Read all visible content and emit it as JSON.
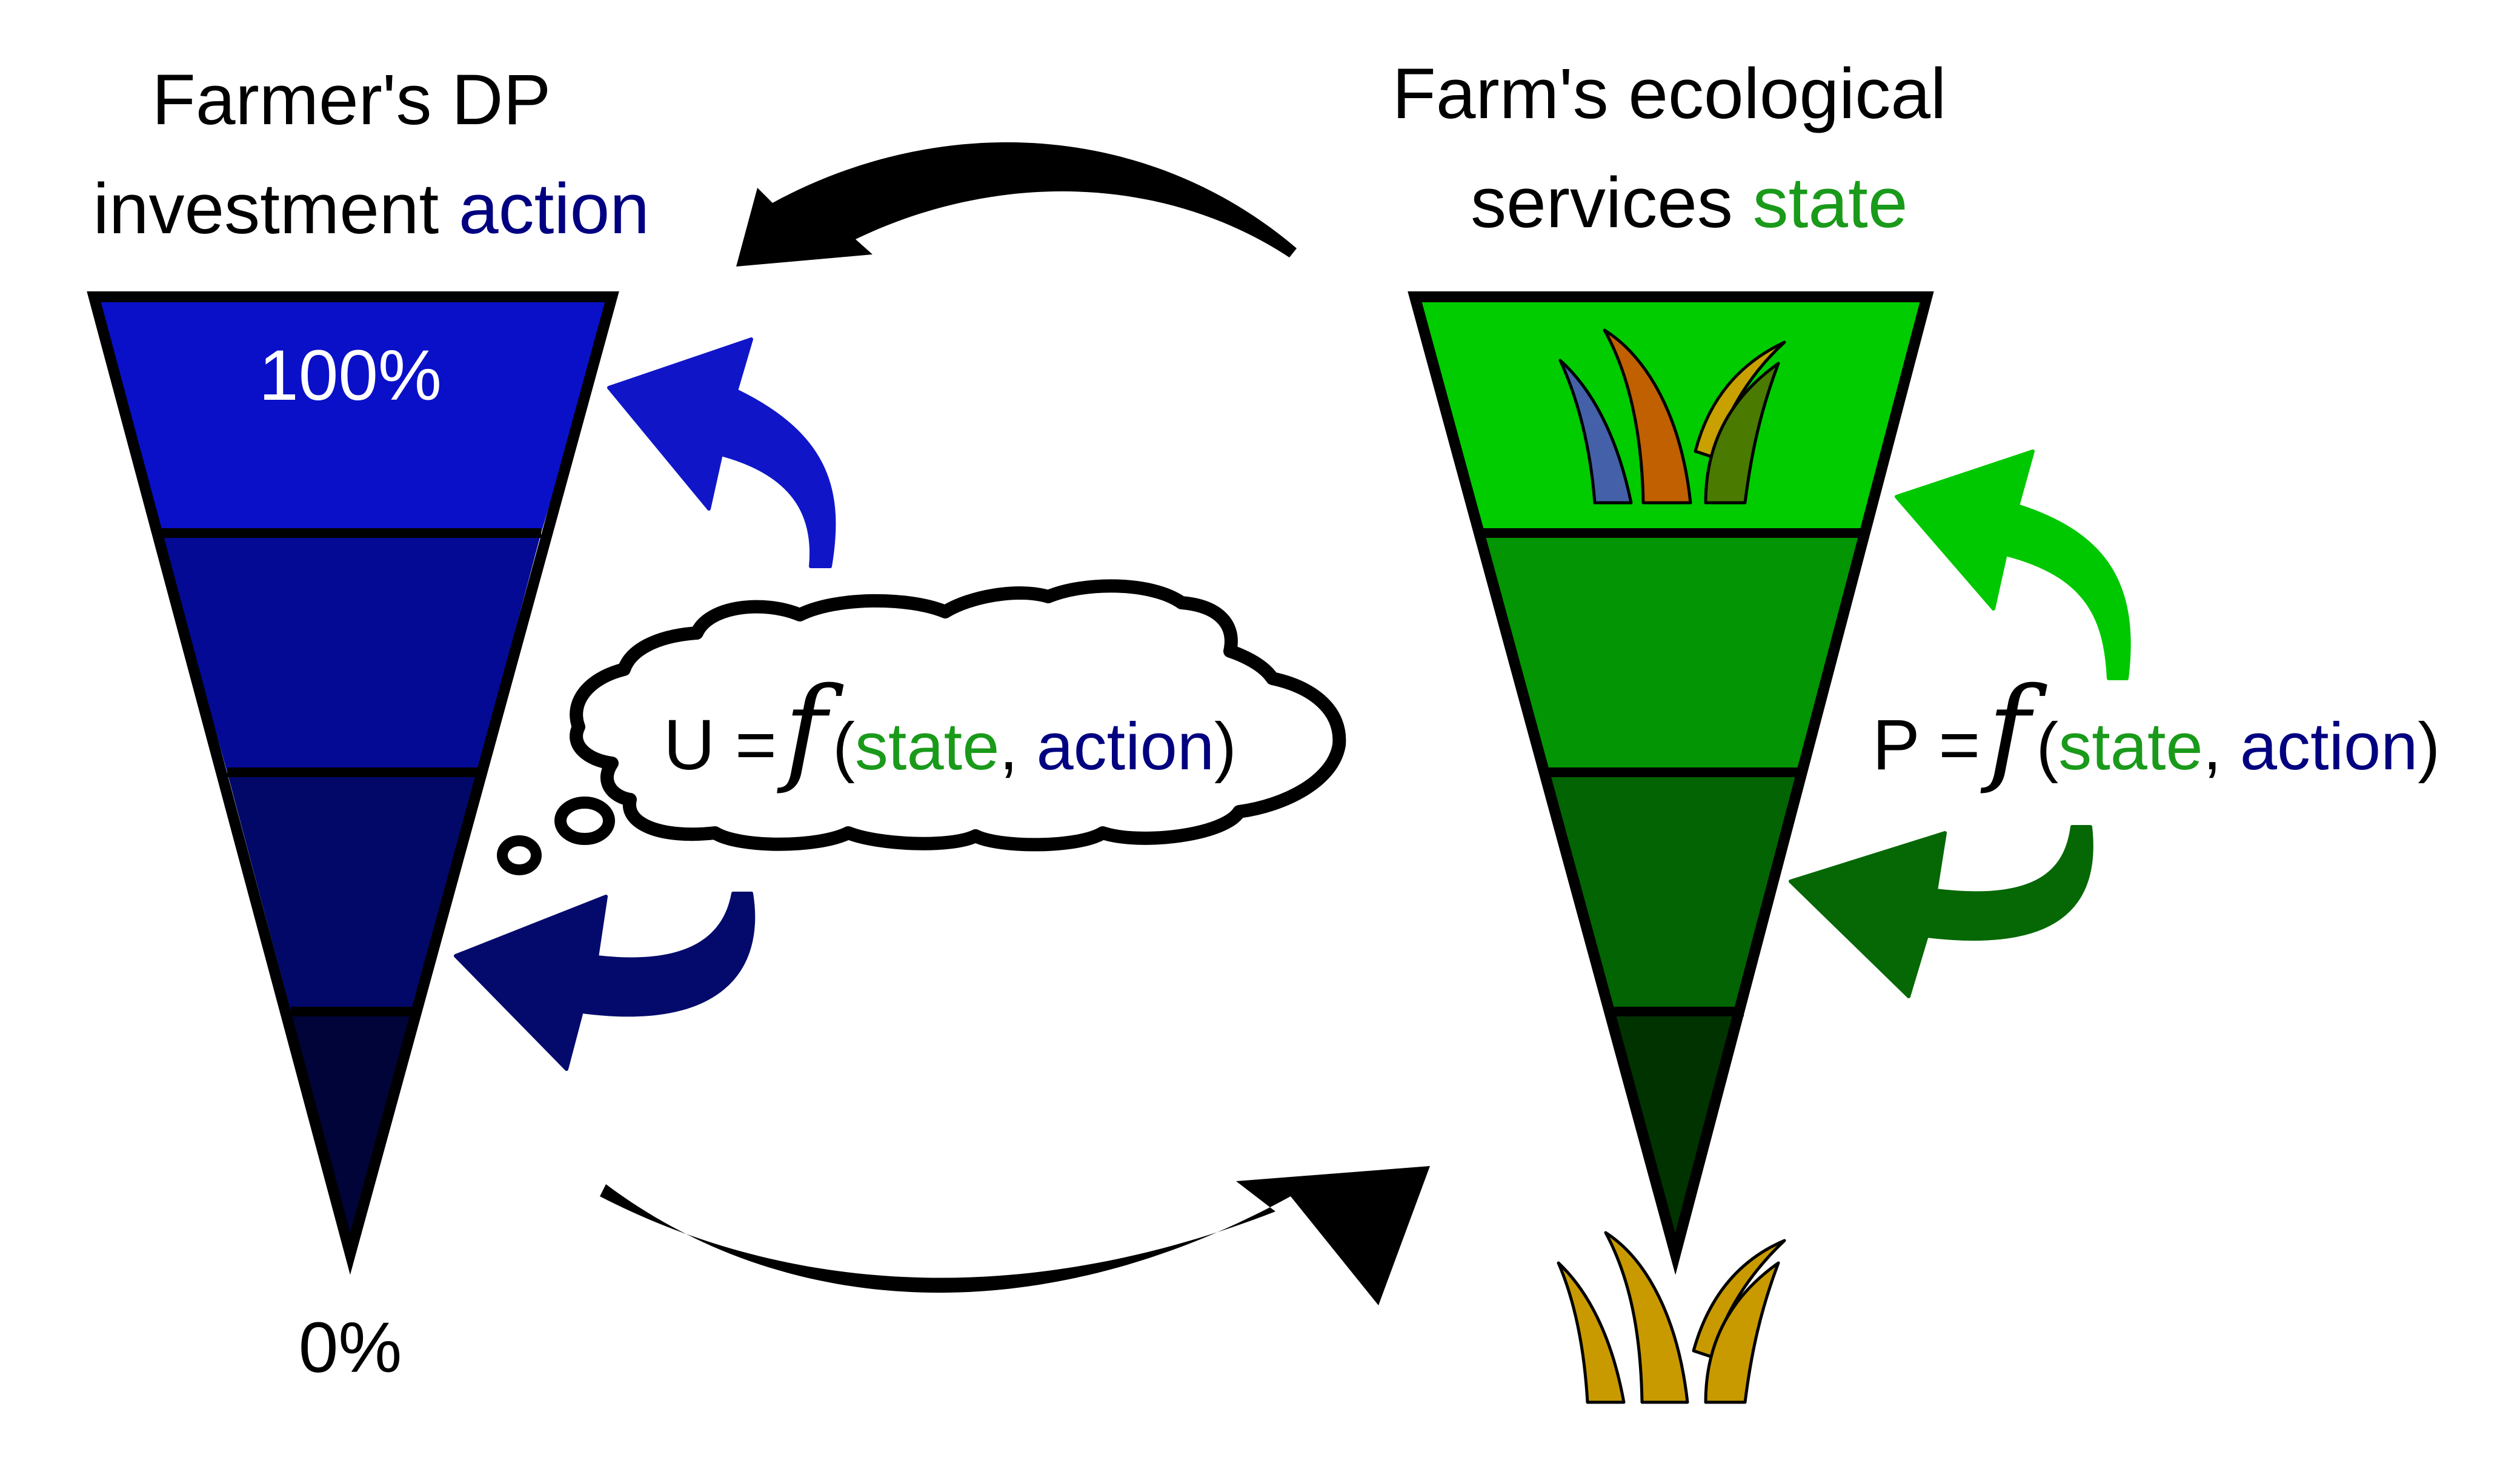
{
  "left_title": {
    "line1": "Farmer's DP",
    "line2_prefix": "investment ",
    "line2_highlight": "action"
  },
  "right_title": {
    "line1": "Farm's ecological",
    "line2_prefix": "services ",
    "line2_highlight": "state"
  },
  "left_funnel": {
    "top_label": "100%",
    "bottom_label": "0%"
  },
  "utility_equation": {
    "lhs": "U =",
    "fn": "f",
    "open": "(",
    "arg1": "state",
    "sep": ", ",
    "arg2": "action",
    "close": ")"
  },
  "production_equation": {
    "lhs": "P =",
    "fn": "f",
    "open": "(",
    "arg1": "state",
    "sep": ", ",
    "arg2": "action",
    "close": ")"
  },
  "colors": {
    "action": "#000080",
    "state": "#1a9a1a",
    "left_levels": [
      "#0a10c8",
      "#040a94",
      "#020868",
      "#000438"
    ],
    "right_levels": [
      "#00cc00",
      "#039503",
      "#026402",
      "#003300"
    ],
    "blue_arrow_up": "#1016c8",
    "blue_arrow_down": "#040a6c",
    "green_arrow_up": "#00c800",
    "green_arrow_down": "#056805",
    "grass_top": [
      "#4460a8",
      "#c06000",
      "#c8a000",
      "#4a7a00"
    ],
    "grass_bottom": "#c89a00"
  }
}
